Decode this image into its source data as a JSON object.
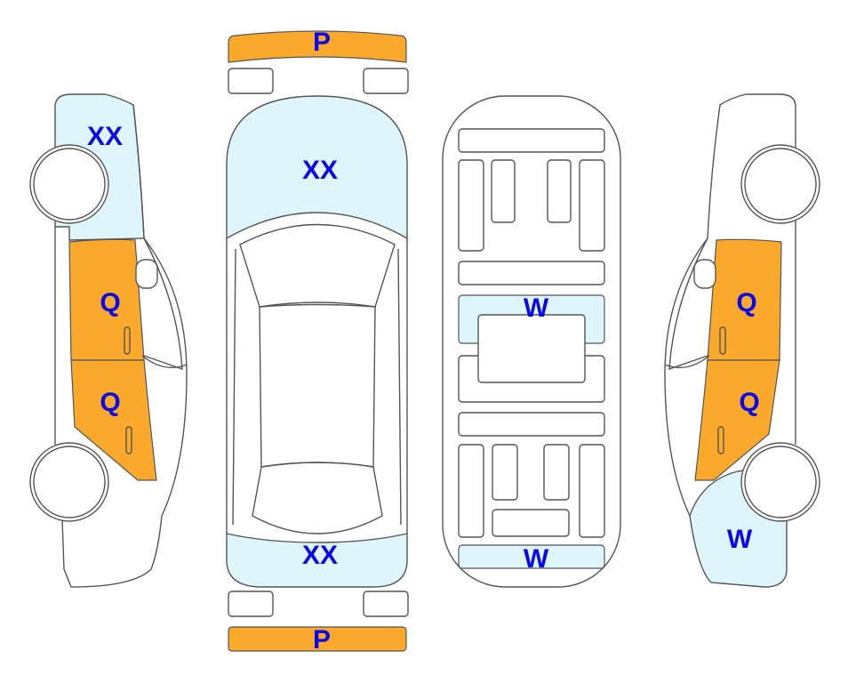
{
  "colors": {
    "damage_blue": "#dff5fc",
    "damage_orange": "#fba92c",
    "label": "#0a0ae6",
    "outline": "#555555"
  },
  "views": {
    "left_side": {
      "labels": [
        "XX",
        "Q",
        "Q"
      ]
    },
    "top": {
      "labels": [
        "P",
        "XX",
        "XX",
        "P"
      ]
    },
    "underbody": {
      "labels": [
        "W",
        "W"
      ]
    },
    "right_side": {
      "labels": [
        "Q",
        "Q",
        "W"
      ]
    }
  }
}
